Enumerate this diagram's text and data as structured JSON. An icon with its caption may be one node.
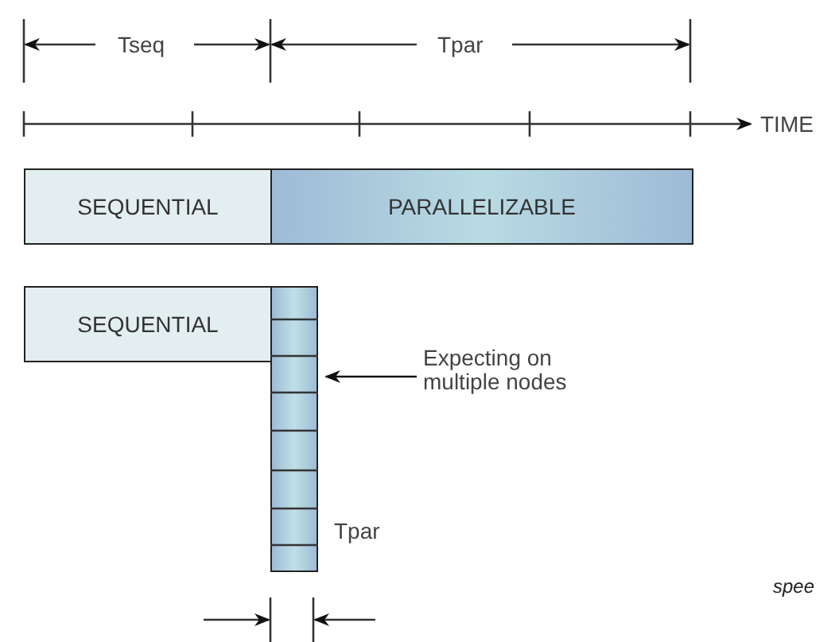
{
  "diagram": {
    "nodes": [
      {
        "text": [
          "SEQUENTIAL"
        ]
      },
      {
        "text": [
          "PARALLELIZABLE"
        ]
      },
      {
        "text": [
          "SEQUENTIAL"
        ]
      },
      {
        "text": [],
        "shape": "bar"
      },
      {
        "text": [
          "Expecting on multiple nodes"
        ]
      }
    ],
    "edges": [
      {
        "from": 4,
        "to": 3,
        "arrow": "to"
      }
    ],
    "labels": [
      "Tseq",
      "Tpar",
      "TIME",
      "Tpar",
      "spee"
    ]
  }
}
